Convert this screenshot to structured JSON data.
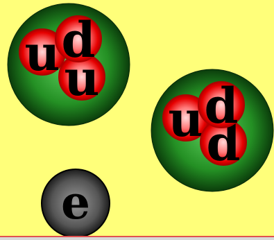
{
  "colors": {
    "background": "#ffff7a",
    "nucleon_dark": "#0b3d0b",
    "nucleon_light": "#5fd05f",
    "quark_red": "#e60000",
    "quark_light": "#ffc0c0",
    "electron_dark": "#1c1c1c",
    "electron_light": "#9a9a9a",
    "baseline": "#e05050"
  },
  "proton": {
    "quarks": [
      "u",
      "d",
      "u"
    ]
  },
  "neutron": {
    "quarks": [
      "u",
      "d",
      "d"
    ]
  },
  "electron": {
    "label": "e"
  }
}
